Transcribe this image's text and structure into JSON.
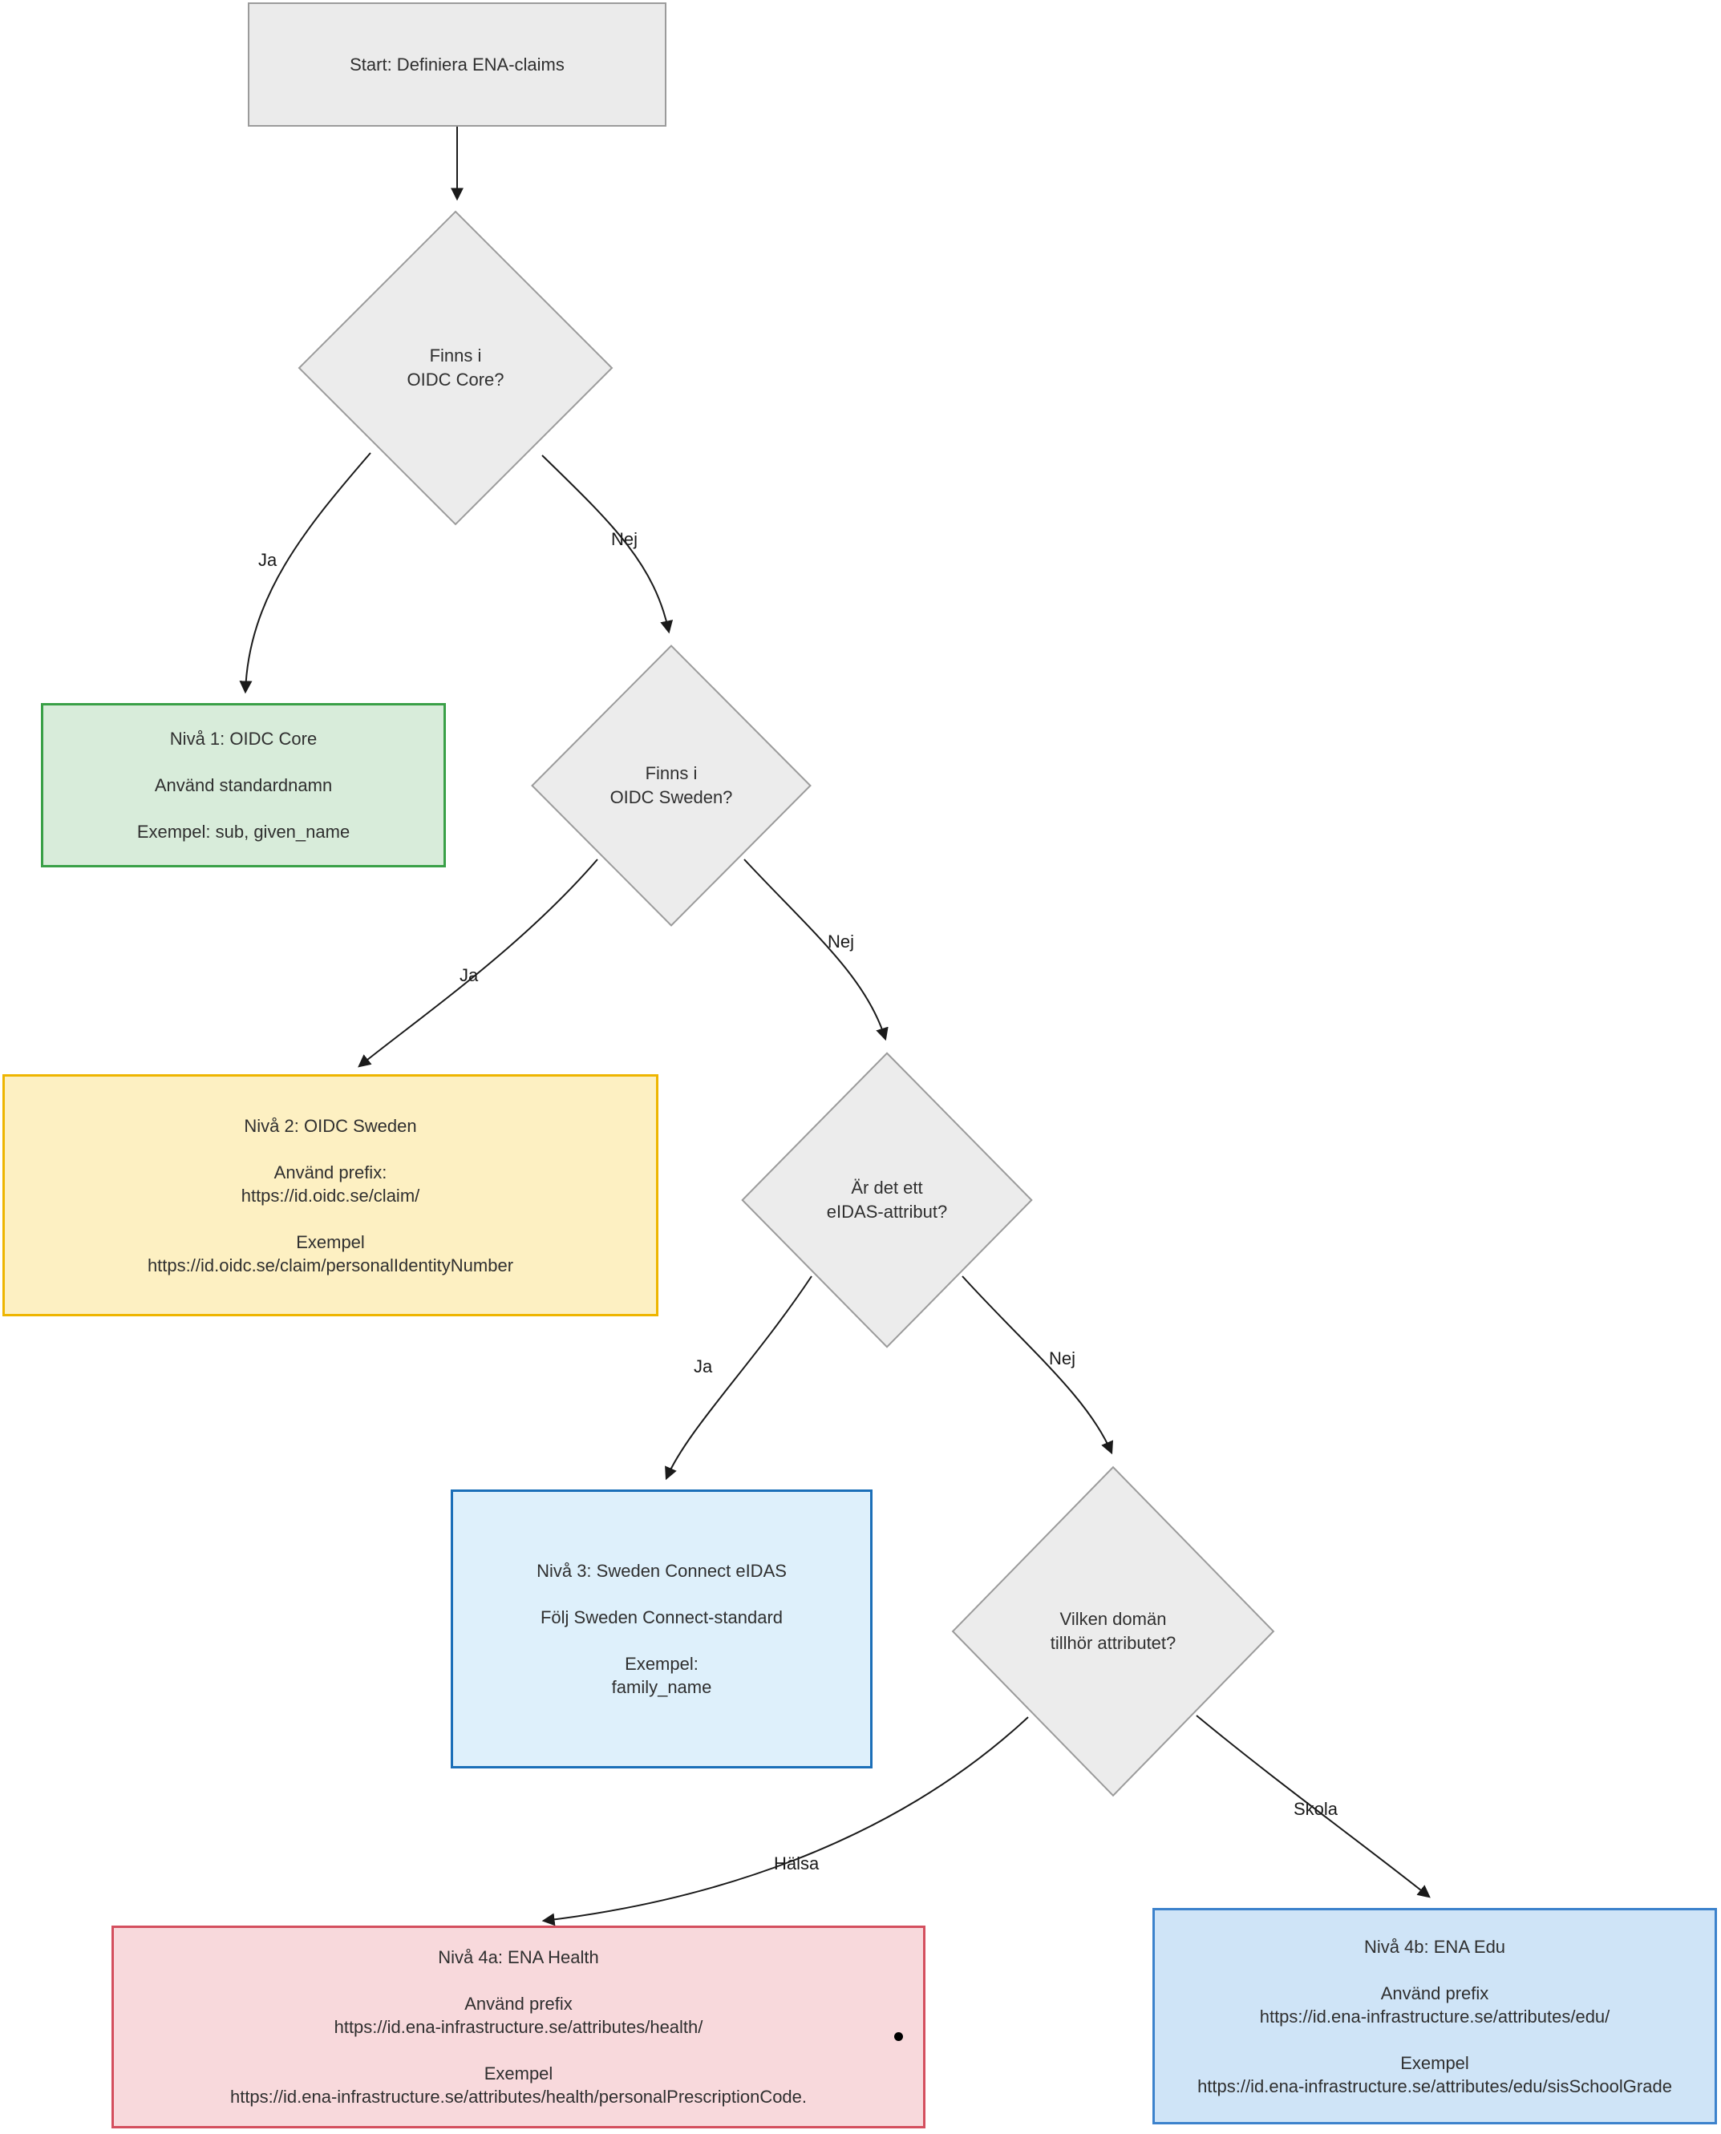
{
  "nodes": {
    "start": {
      "label": "Start: Definiera ENA-claims"
    },
    "decision_oidc_core": {
      "line1": "Finns  i",
      "line2": "OIDC Core?"
    },
    "level1": {
      "title": "Nivå 1: OIDC Core",
      "line1": "Använd standardnamn",
      "line2": "Exempel: sub, given_name"
    },
    "decision_oidc_sweden": {
      "line1": "Finns i",
      "line2": "OIDC Sweden?"
    },
    "level2": {
      "title": "Nivå 2: OIDC Sweden",
      "line1": "Använd prefix:",
      "line2": "https://id.oidc.se/claim/",
      "line3": "Exempel",
      "line4": "https://id.oidc.se/claim/personalIdentityNumber"
    },
    "decision_eidas": {
      "line1": "Är det ett",
      "line2": "eIDAS-attribut?"
    },
    "level3": {
      "title": "Nivå 3: Sweden Connect eIDAS",
      "line1": "Följ Sweden Connect-standard",
      "line2": "Exempel:",
      "line3": "family_name"
    },
    "decision_domain": {
      "line1": "Vilken domän",
      "line2": "tillhör attributet?"
    },
    "level4a": {
      "title": "Nivå 4a: ENA Health",
      "line1": "Använd prefix",
      "line2": "https://id.ena-infrastructure.se/attributes/health/",
      "line3": "Exempel",
      "line4": "https://id.ena-infrastructure.se/attributes/health/personalPrescriptionCode."
    },
    "level4b": {
      "title": "Nivå 4b: ENA Edu",
      "line1": "Använd prefix",
      "line2": "https://id.ena-infrastructure.se/attributes/edu/",
      "line3": "Exempel",
      "line4": "https://id.ena-infrastructure.se/attributes/edu/sisSchoolGrade"
    }
  },
  "edges": {
    "core_yes": "Ja",
    "core_no": "Nej",
    "sweden_yes": "Ja",
    "sweden_no": "Nej",
    "eidas_yes": "Ja",
    "eidas_no": "Nej",
    "domain_health": "Hälsa",
    "domain_school": "Skola"
  },
  "colors": {
    "plain_node_fill": "#ebebeb",
    "plain_node_border": "#9b9b9b",
    "level1_fill": "#d8ecda",
    "level1_border": "#39a047",
    "level2_fill": "#fdf0c2",
    "level2_border": "#eeb500",
    "level3_fill": "#def0fb",
    "level3_border": "#1b6fb8",
    "level4a_fill": "#f8d9dc",
    "level4a_border": "#d44f5e",
    "level4b_fill": "#cfe4f7",
    "level4b_border": "#3c82cc",
    "edge_stroke": "#1a1a1a"
  }
}
